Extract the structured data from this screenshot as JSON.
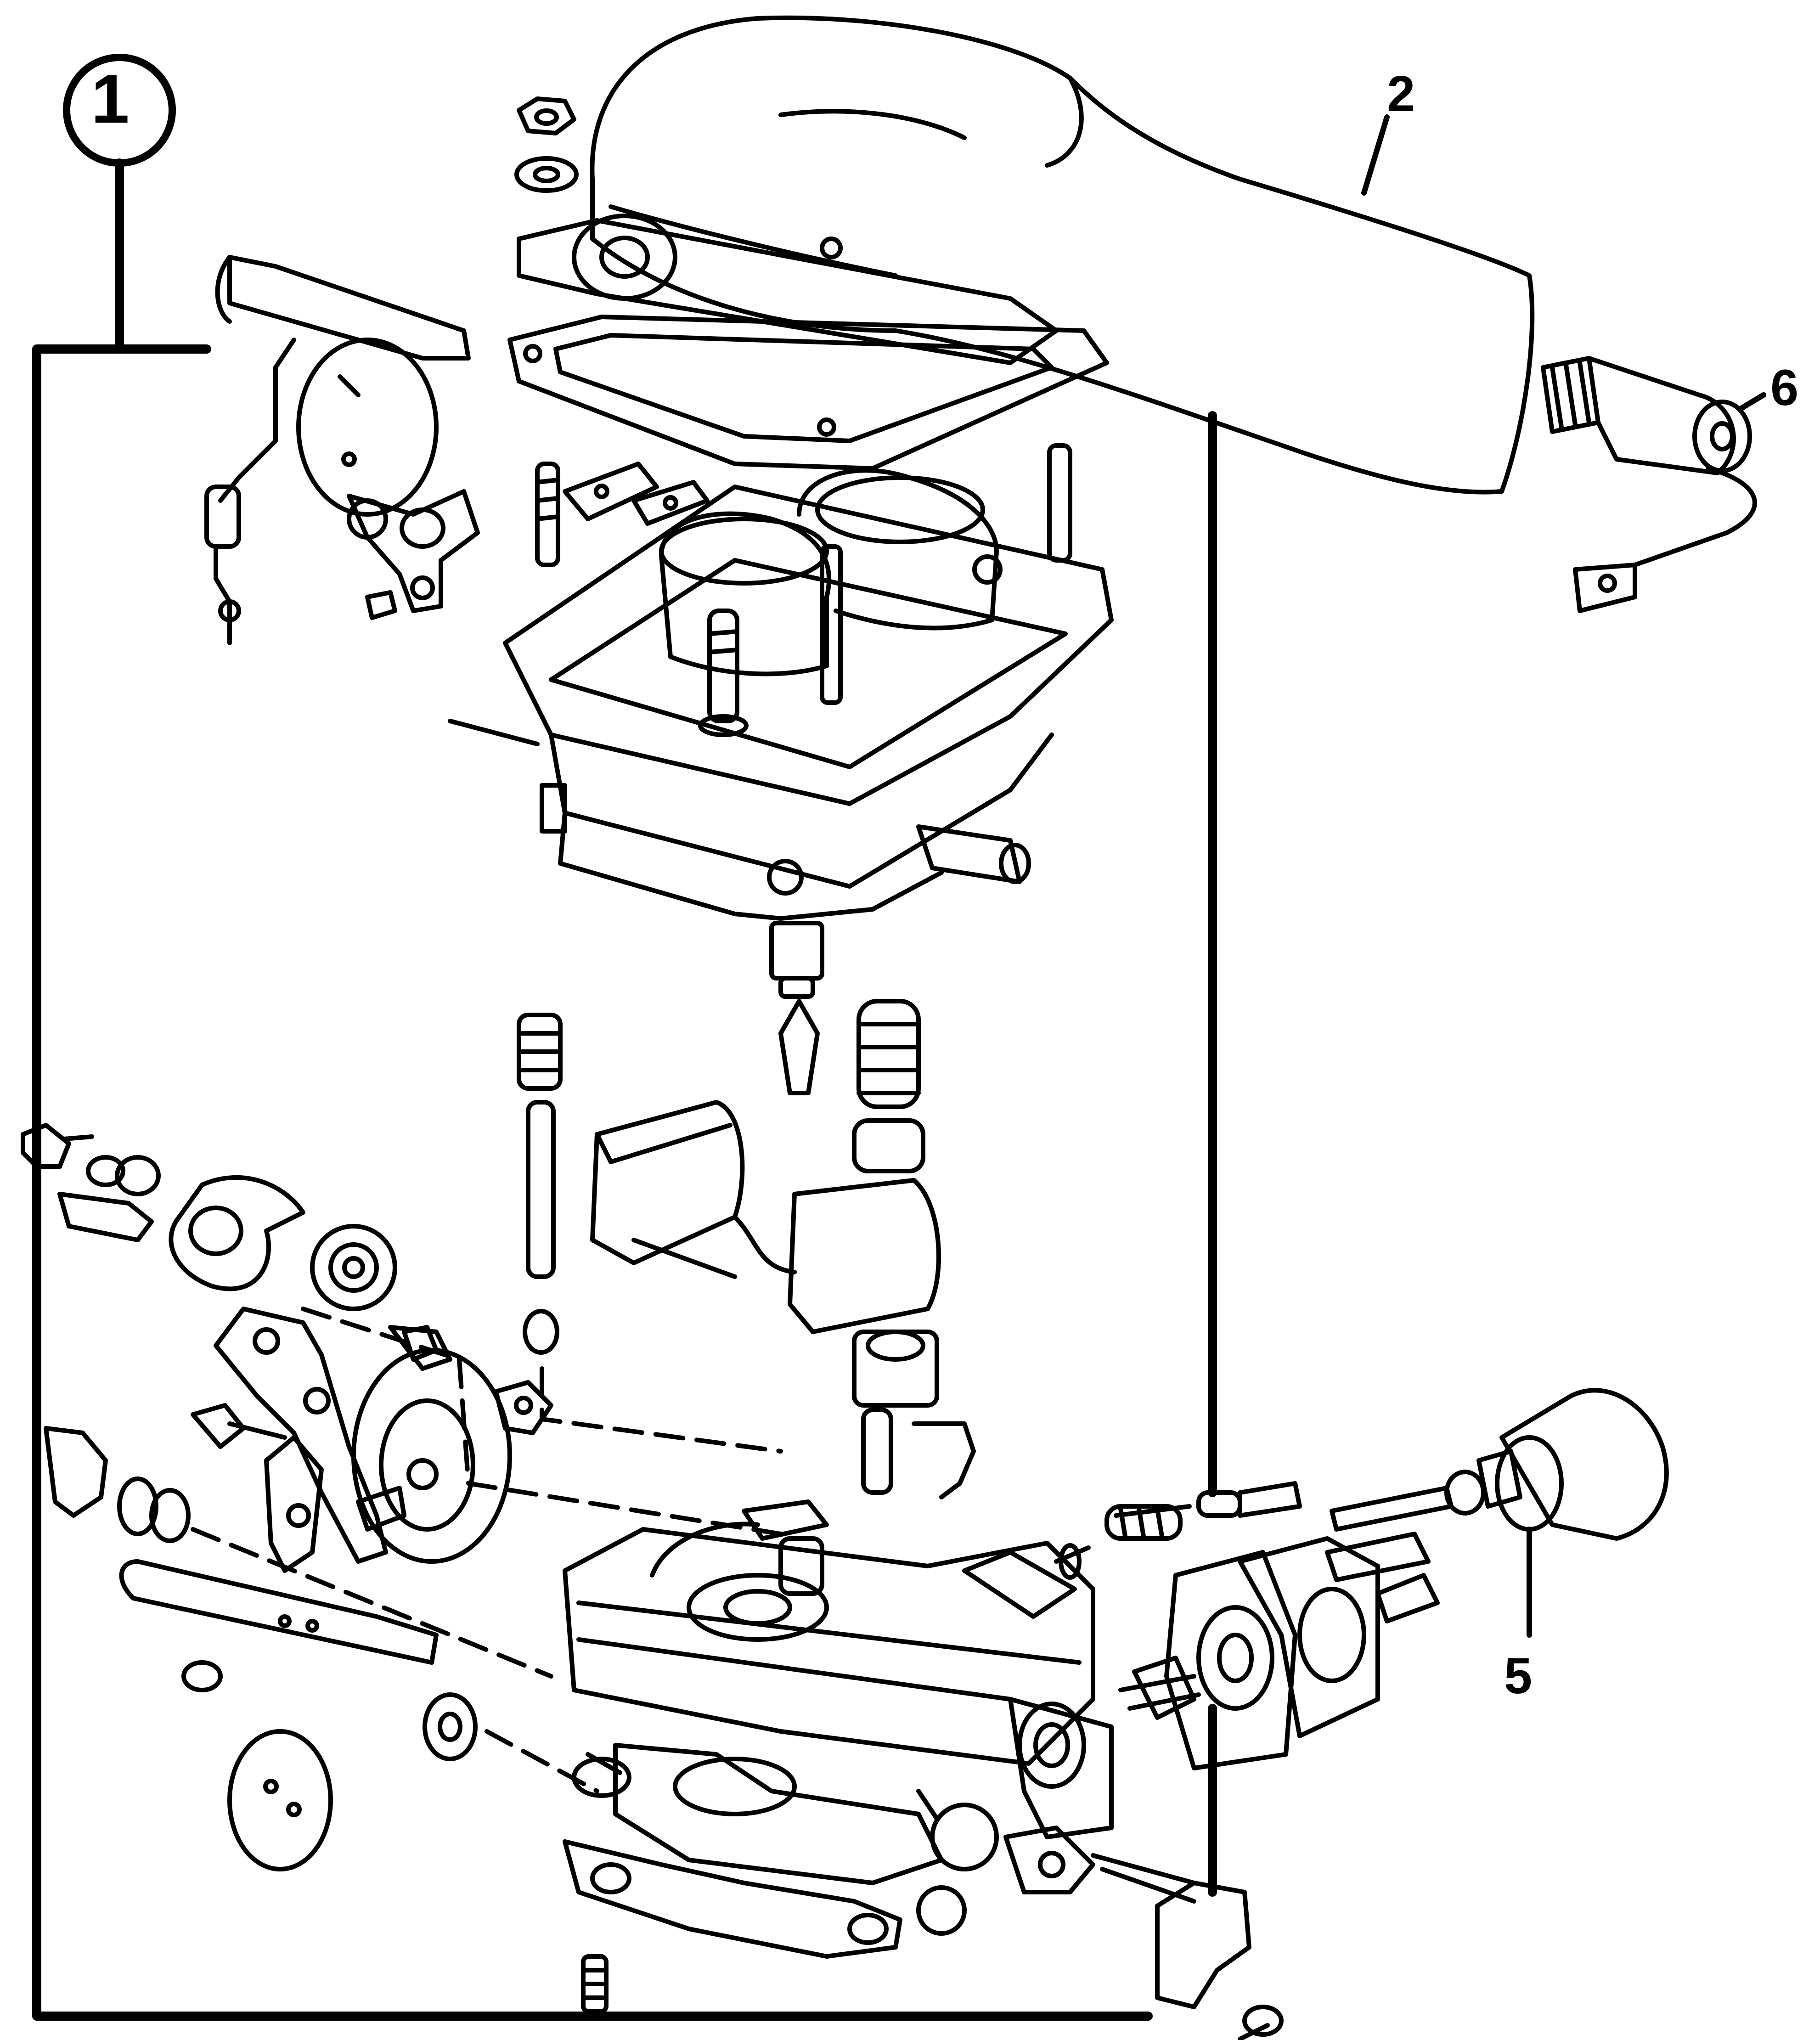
{
  "diagram": {
    "callouts": {
      "assembly": "1",
      "air_intake": "2",
      "anti_dieseling_valve": "5",
      "solenoid_valve": "6"
    },
    "line_color": "#000000",
    "background": "#ffffff"
  }
}
